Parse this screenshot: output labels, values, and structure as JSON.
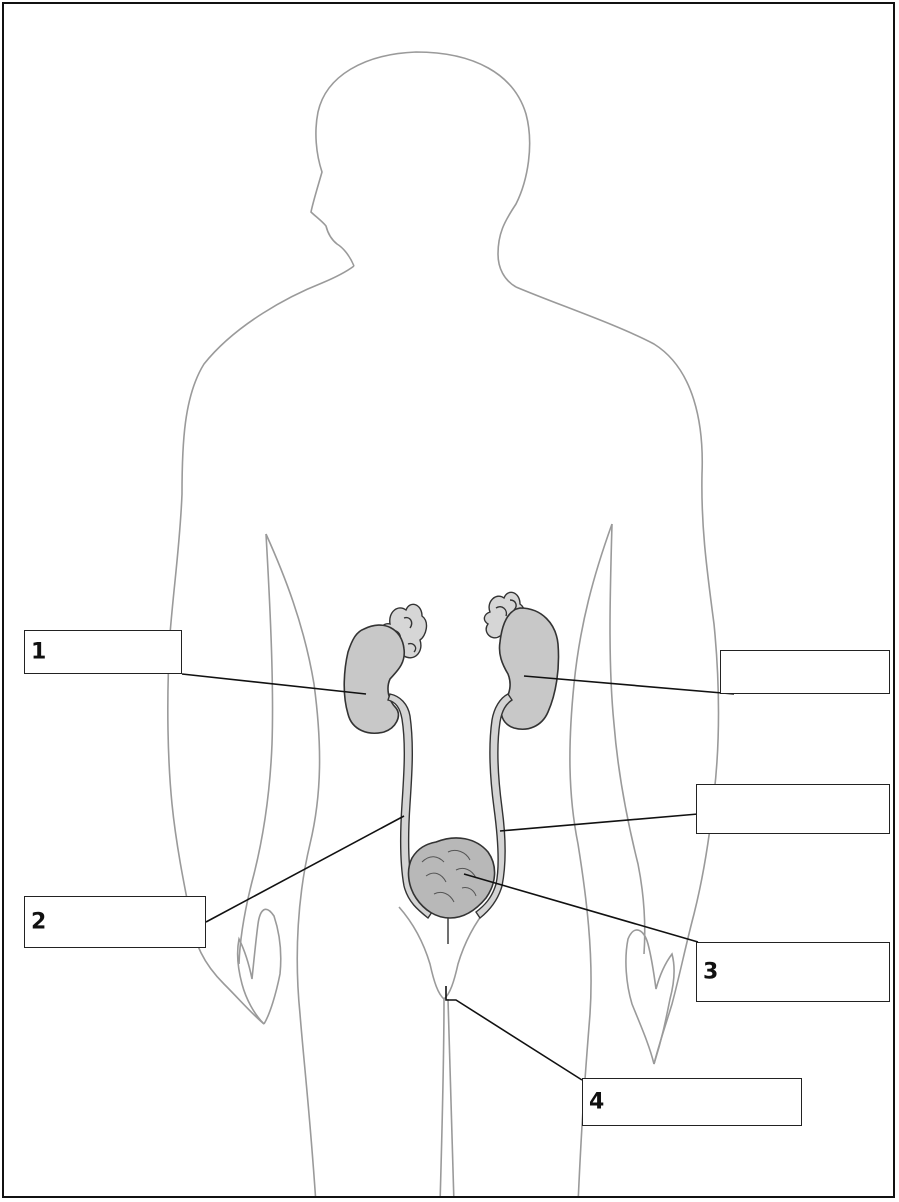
{
  "labels": [
    {
      "id": "label-1",
      "number": "1"
    },
    {
      "id": "label-1-blank",
      "number": ""
    },
    {
      "id": "label-2",
      "number": "2"
    },
    {
      "id": "label-2-blank",
      "number": ""
    },
    {
      "id": "label-3",
      "number": "3"
    },
    {
      "id": "label-4",
      "number": "4"
    }
  ],
  "colors": {
    "outline": "#9a9a9a",
    "organ_fill": "#c8c8c8",
    "organ_stroke": "#333333",
    "leader": "#111111"
  }
}
